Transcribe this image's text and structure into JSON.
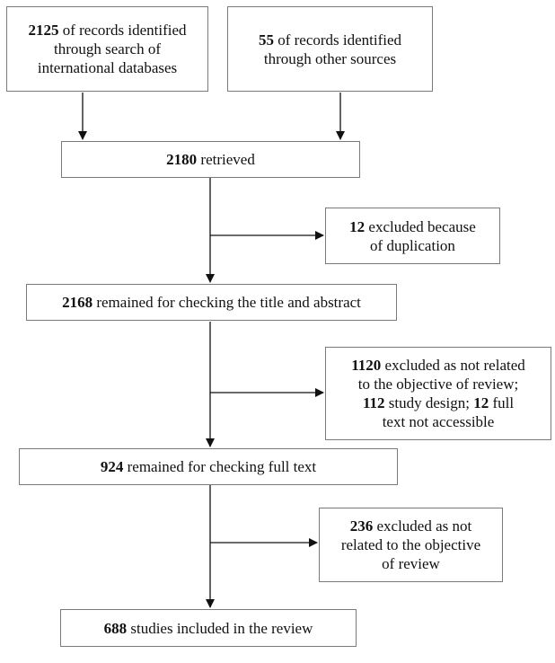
{
  "boxes": {
    "source_db": {
      "number": "2125",
      "line1_rest": " of records identified",
      "line2": "through search of",
      "line3": "international databases"
    },
    "source_other": {
      "number": "55",
      "line1_rest": " of records identified",
      "line2": "through other sources"
    },
    "retrieved": {
      "number": "2180",
      "rest": " retrieved"
    },
    "excluded_duplication": {
      "number": "12",
      "line1_rest": " excluded because",
      "line2": "of duplication"
    },
    "remained_title": {
      "number": "2168",
      "rest": " remained for checking the title and abstract"
    },
    "excluded_objective": {
      "number1": "1120",
      "line1_rest": " excluded as not related",
      "line2": "to the objective of review;",
      "number2": "112",
      "line3_mid": " study design; ",
      "number3": "12",
      "line3_rest": " full",
      "line4": "text not accessible"
    },
    "remained_fulltext": {
      "number": "924",
      "rest": " remained for checking full text"
    },
    "excluded_fulltext": {
      "number": "236",
      "line1_rest": " excluded as not",
      "line2": "related to the objective",
      "line3": "of review"
    },
    "included": {
      "number": "688",
      "rest": " studies included in the review"
    }
  }
}
